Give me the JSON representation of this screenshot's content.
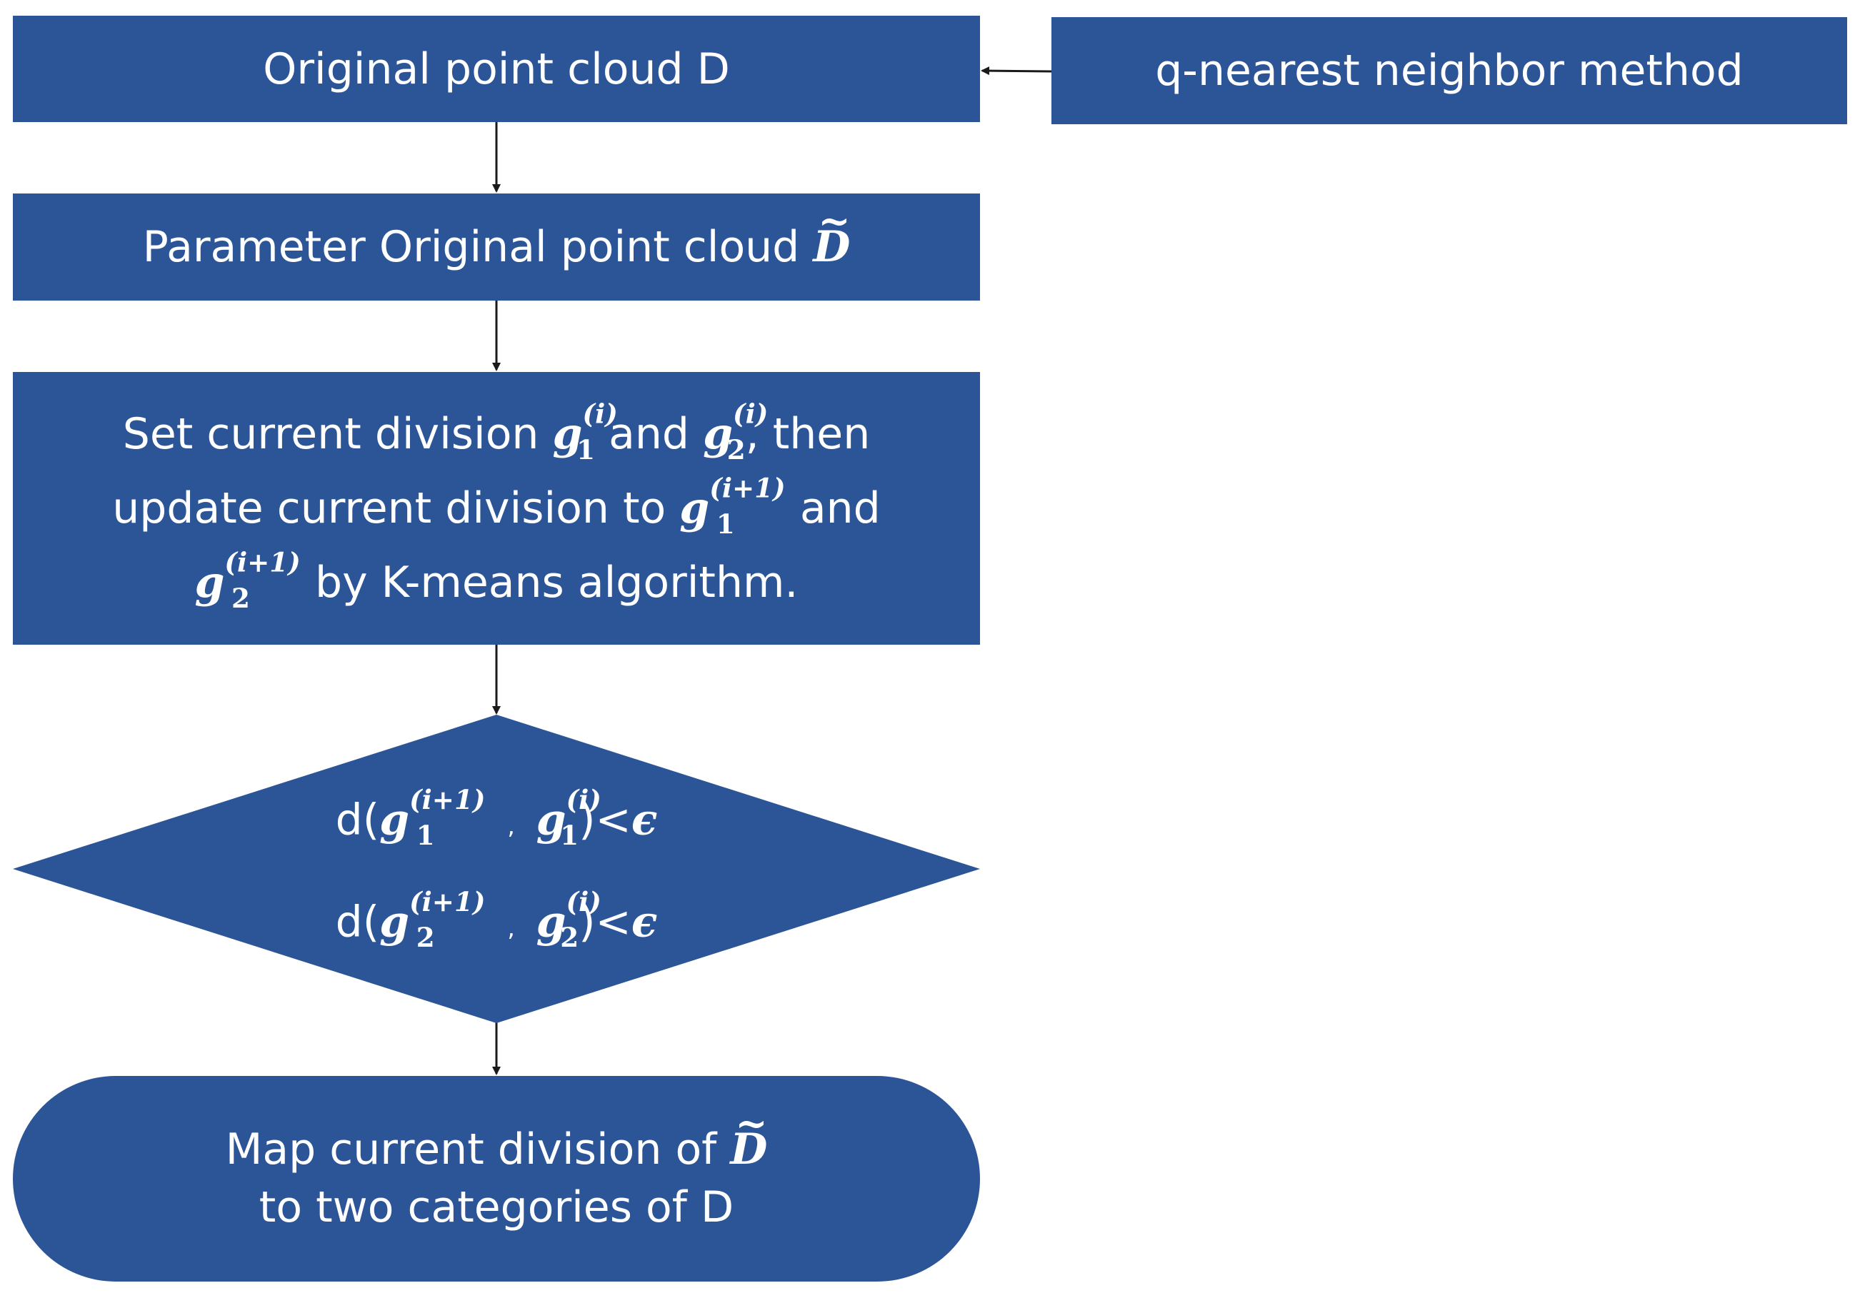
{
  "nodes": {
    "original": {
      "label": "Original point cloud D"
    },
    "qnn": {
      "label": "q-nearest neighbor method"
    },
    "param": {
      "text": "Parameter Original point cloud ",
      "math": "D"
    },
    "update": {
      "seg1": "Set current division ",
      "seg2": " and ",
      "seg3": ", then",
      "seg4": "update current division to ",
      "seg5": " and",
      "seg6": " by K-means algorithm.",
      "g": "g",
      "sup_i": "(i)",
      "sup_i1": "(i+1)",
      "sub1": "1",
      "sub2": "2"
    },
    "diamond": {
      "line1_prefix": "d(",
      "line2_prefix": "d(",
      "separator": ",",
      "suffix": ")<",
      "epsilon": "ϵ"
    },
    "map": {
      "line1_text": "Map current division of ",
      "line1_math": "D",
      "line2": "to two categories of D"
    }
  },
  "colors": {
    "node_fill": "#2b5597",
    "text": "#ffffff",
    "arrow": "#1a1a1a"
  }
}
